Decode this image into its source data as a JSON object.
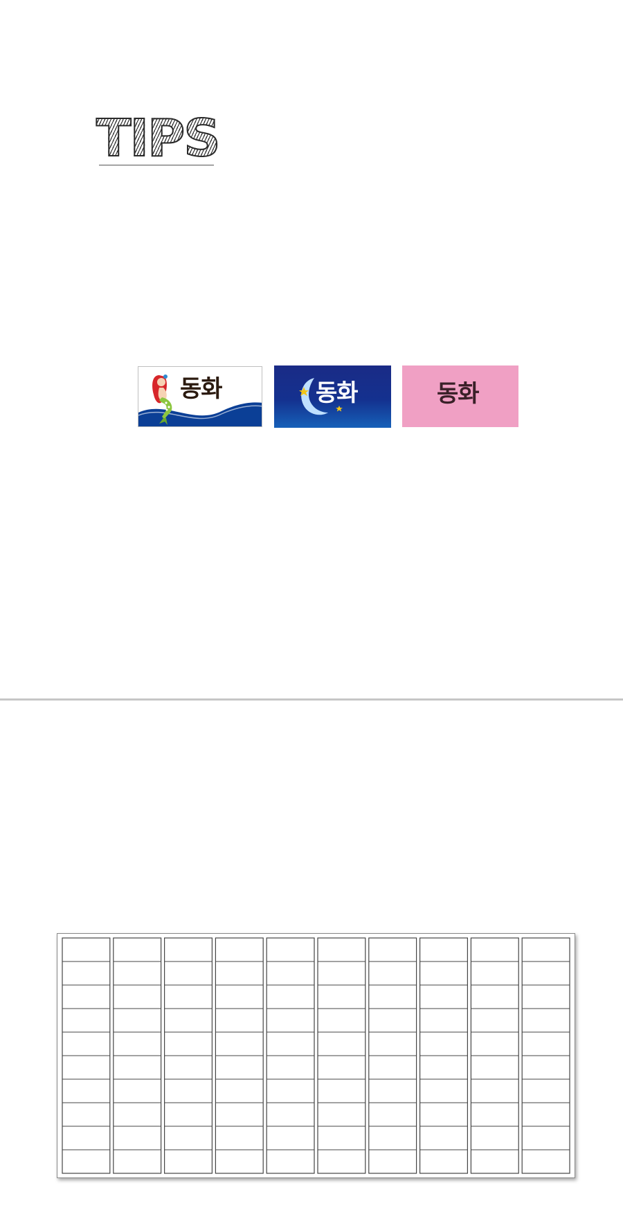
{
  "heading": {
    "title": "TIPS"
  },
  "label_samples": [
    {
      "text": "동화",
      "style": "mermaid-wave",
      "accent": "#0b3f96"
    },
    {
      "text": "동화",
      "style": "moon-night",
      "accent": "#14318f"
    },
    {
      "text": "동화",
      "style": "pink",
      "accent": "#f0a0c4"
    }
  ],
  "label_sheet": {
    "columns": 10,
    "rows": 10
  },
  "colors": {
    "divider": "#c6c6c6",
    "cell_border": "#444444"
  }
}
